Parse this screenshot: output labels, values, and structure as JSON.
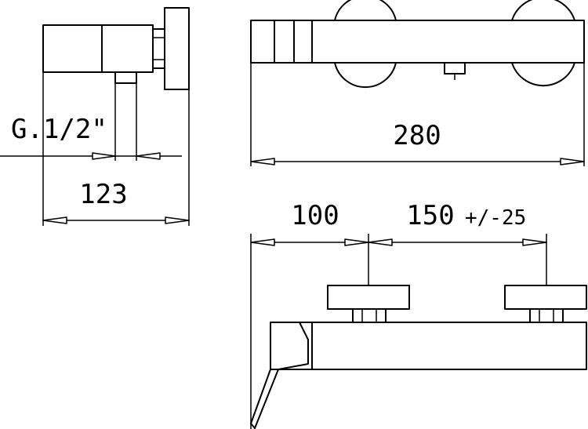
{
  "dimensions": {
    "thread": "G.1/2\"",
    "depth": "123",
    "length": "280",
    "offset": "100",
    "centers": "150",
    "centers_tolerance": "+/-25"
  }
}
